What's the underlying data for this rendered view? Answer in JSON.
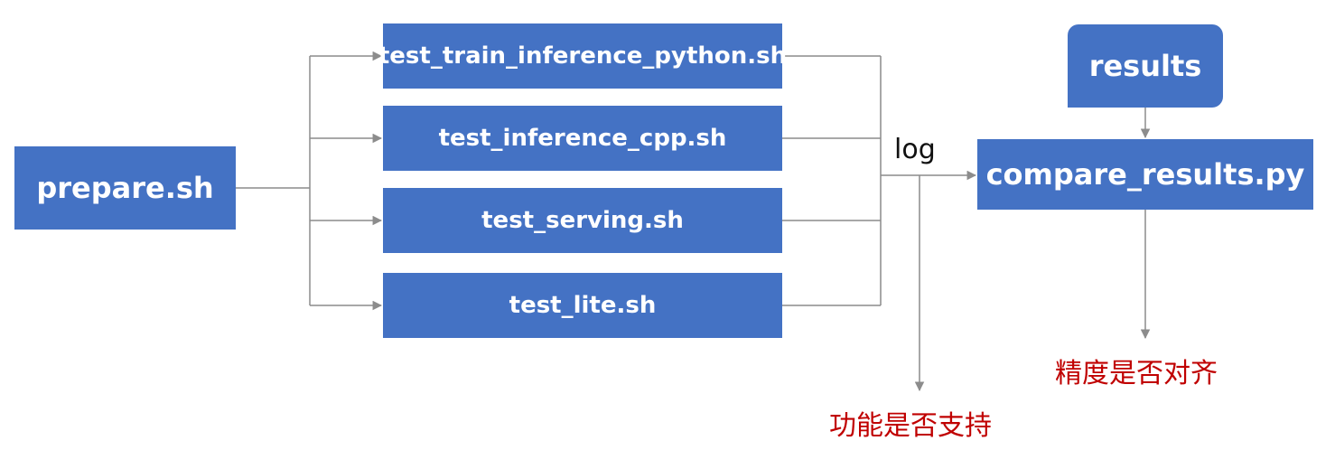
{
  "nodes": {
    "prepare": "prepare.sh",
    "scripts": [
      "test_train_inference_python.sh",
      "test_inference_cpp.sh",
      "test_serving.sh",
      "test_lite.sh"
    ],
    "results": "results",
    "compare": "compare_results.py"
  },
  "labels": {
    "log": "log",
    "functionality": "功能是否支持",
    "accuracy": "精度是否对齐"
  },
  "colors": {
    "box": "#4472C4",
    "box_text": "#FFFFFF",
    "line": "#8C8C8C",
    "annotation": "#C00000"
  }
}
